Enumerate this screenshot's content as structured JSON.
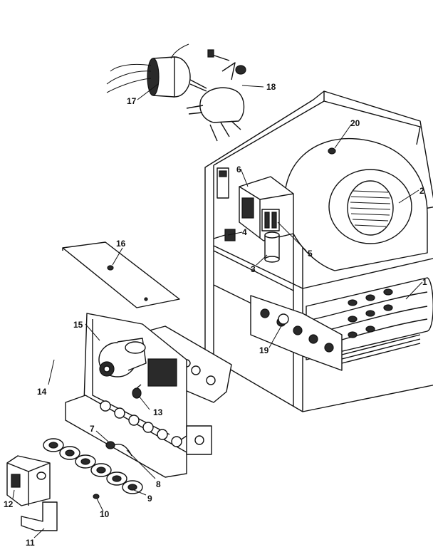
{
  "callouts": [
    {
      "id": "c1",
      "text": "1"
    },
    {
      "id": "c2",
      "text": "2"
    },
    {
      "id": "c3",
      "text": "3"
    },
    {
      "id": "c4",
      "text": "4"
    },
    {
      "id": "c5",
      "text": "5"
    },
    {
      "id": "c6",
      "text": "6"
    },
    {
      "id": "c7",
      "text": "7"
    },
    {
      "id": "c8",
      "text": "8"
    },
    {
      "id": "c9",
      "text": "9"
    },
    {
      "id": "c10",
      "text": "10"
    },
    {
      "id": "c11",
      "text": "11"
    },
    {
      "id": "c12",
      "text": "12"
    },
    {
      "id": "c13",
      "text": "13"
    },
    {
      "id": "c14",
      "text": "14"
    },
    {
      "id": "c15",
      "text": "15"
    },
    {
      "id": "c16",
      "text": "16"
    },
    {
      "id": "c17",
      "text": "17"
    },
    {
      "id": "c18",
      "text": "18"
    },
    {
      "id": "c19",
      "text": "19"
    },
    {
      "id": "c20",
      "text": "20"
    }
  ],
  "colors": {
    "line": "#111111",
    "background": "#ffffff"
  }
}
